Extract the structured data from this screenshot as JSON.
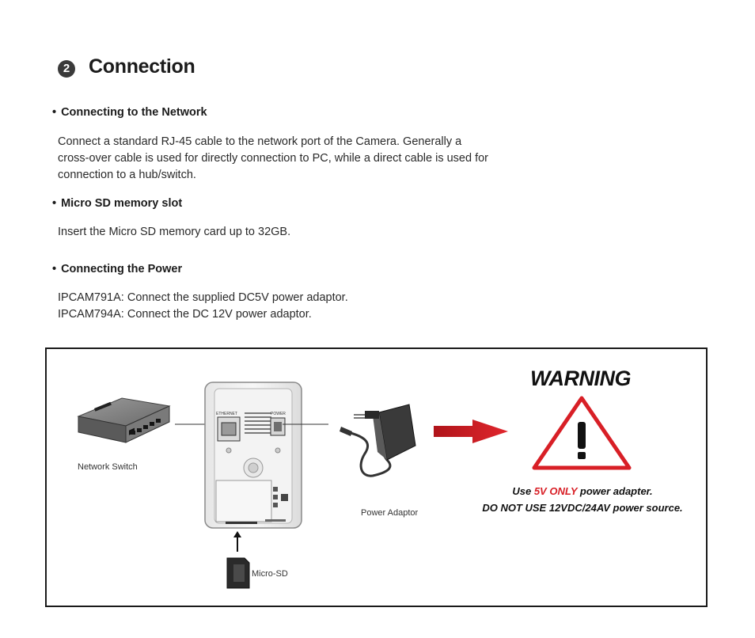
{
  "header": {
    "step_number": "2",
    "title": "Connection"
  },
  "sections": [
    {
      "heading": "Connecting to the Network",
      "lines": [
        "Connect a standard RJ-45 cable to the network port of the Camera. Generally a",
        "cross-over cable is used for directly connection to PC, while a direct cable is used for",
        "connection to a hub/switch."
      ]
    },
    {
      "heading": "Micro SD memory slot",
      "lines": [
        "Insert the Micro SD memory card up to 32GB."
      ]
    },
    {
      "heading": "Connecting the Power",
      "lines": [
        "IPCAM791A: Connect the supplied DC5V power adaptor.",
        "IPCAM794A: Connect the DC 12V power adaptor."
      ]
    }
  ],
  "diagram": {
    "network_switch_label": "Network Switch",
    "power_adaptor_label": "Power Adaptor",
    "micro_sd_label": "Micro-SD",
    "camera_port_ethernet": "ETHERNET",
    "camera_port_power": "POWER",
    "warning": {
      "title": "WARNING",
      "line1_prefix": "Use ",
      "line1_highlight": "5V ONLY",
      "line1_suffix": " power adapter.",
      "line2": "DO NOT USE 12VDC/24AV power source.",
      "highlight_color": "#d81f26",
      "triangle_color": "#d81f26",
      "arrow_color": "#d81f26"
    }
  }
}
